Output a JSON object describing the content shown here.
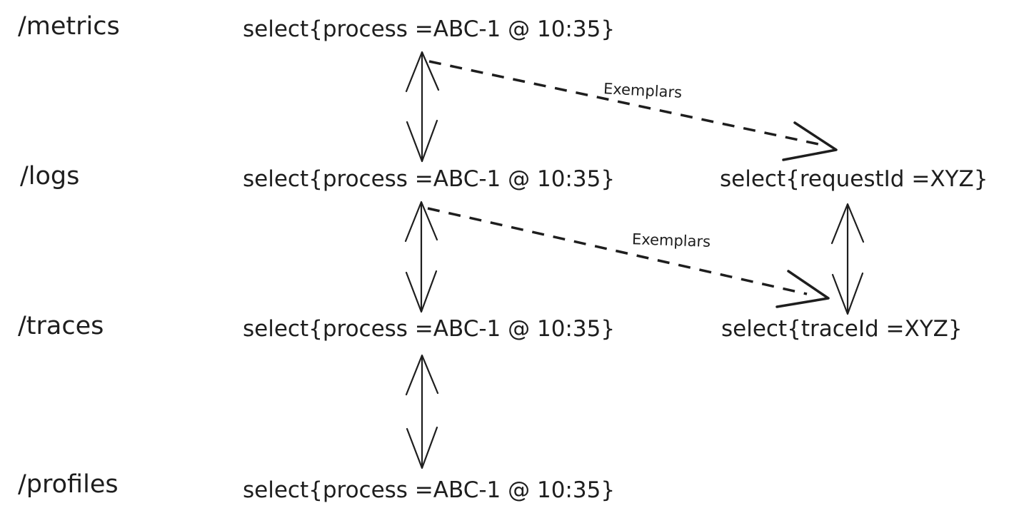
{
  "colors": {
    "ink": "#1e1e1e",
    "background": "#ffffff"
  },
  "rows": [
    {
      "endpoint": "/metrics",
      "query": "select{process =ABC-1 @ 10:35}"
    },
    {
      "endpoint": "/logs",
      "query": "select{process =ABC-1 @ 10:35}",
      "side_query": "select{requestId =XYZ}"
    },
    {
      "endpoint": "/traces",
      "query": "select{process =ABC-1 @ 10:35}",
      "side_query": "select{traceId =XYZ}"
    },
    {
      "endpoint": "/profiles",
      "query": "select{process =ABC-1 @ 10:35}"
    }
  ],
  "edges": [
    {
      "from": "metrics-query",
      "to": "logs-query",
      "type": "bidirectional-arrow"
    },
    {
      "from": "logs-query",
      "to": "traces-query",
      "type": "bidirectional-arrow"
    },
    {
      "from": "traces-query",
      "to": "profiles-query",
      "type": "bidirectional-arrow"
    },
    {
      "from": "requestid-query",
      "to": "traceid-query",
      "type": "bidirectional-arrow"
    },
    {
      "from": "metrics-query",
      "to": "requestid-query",
      "type": "dashed-arrow",
      "label": "Exemplars"
    },
    {
      "from": "logs-query",
      "to": "traceid-query",
      "type": "dashed-arrow",
      "label": "Exemplars"
    }
  ]
}
